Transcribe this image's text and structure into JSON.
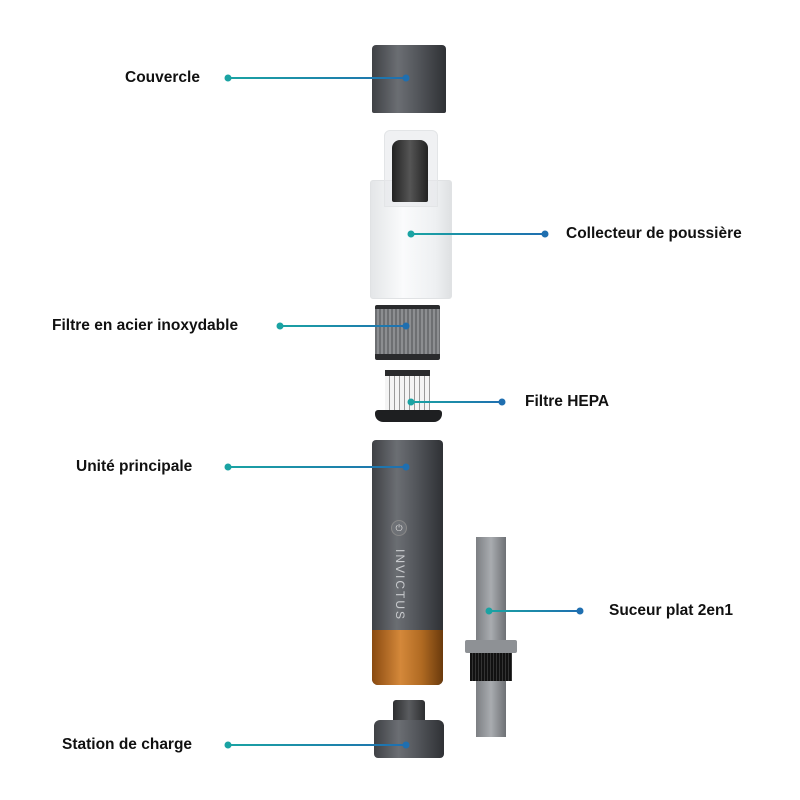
{
  "brand_text": "INVICTUS",
  "colors": {
    "line_teal": "#1aa3a3",
    "line_blue": "#1f6fb0"
  },
  "callouts": [
    {
      "id": "couvercle",
      "label": "Couvercle"
    },
    {
      "id": "collecteur",
      "label": "Collecteur de poussière"
    },
    {
      "id": "filtre-acier",
      "label": "Filtre en acier inoxydable"
    },
    {
      "id": "filtre-hepa",
      "label": "Filtre HEPA"
    },
    {
      "id": "unite",
      "label": "Unité principale"
    },
    {
      "id": "suceur",
      "label": "Suceur plat 2en1"
    },
    {
      "id": "station",
      "label": "Station de charge"
    }
  ]
}
